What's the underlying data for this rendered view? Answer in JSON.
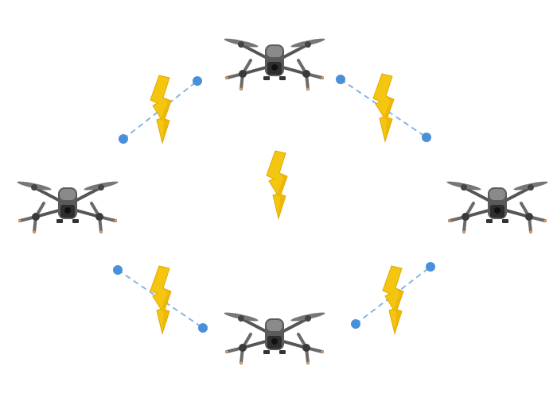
{
  "diagram": {
    "drone_count": 4,
    "link_count": 4,
    "bolt_count": 5,
    "icons": {
      "drone": "quadcopter-drone-icon",
      "bolt": "lightning-bolt-icon",
      "link": "dashed-link-with-endpoints"
    },
    "colors": {
      "background": "#ffffff",
      "link": "#8ab4e0",
      "link_endpoint": "#4a90d9",
      "bolt_fill": "#f5c60f",
      "bolt_shade": "#e0a800",
      "drone_body": "#4a4a4a",
      "drone_prop_tip": "#e8a060"
    }
  }
}
